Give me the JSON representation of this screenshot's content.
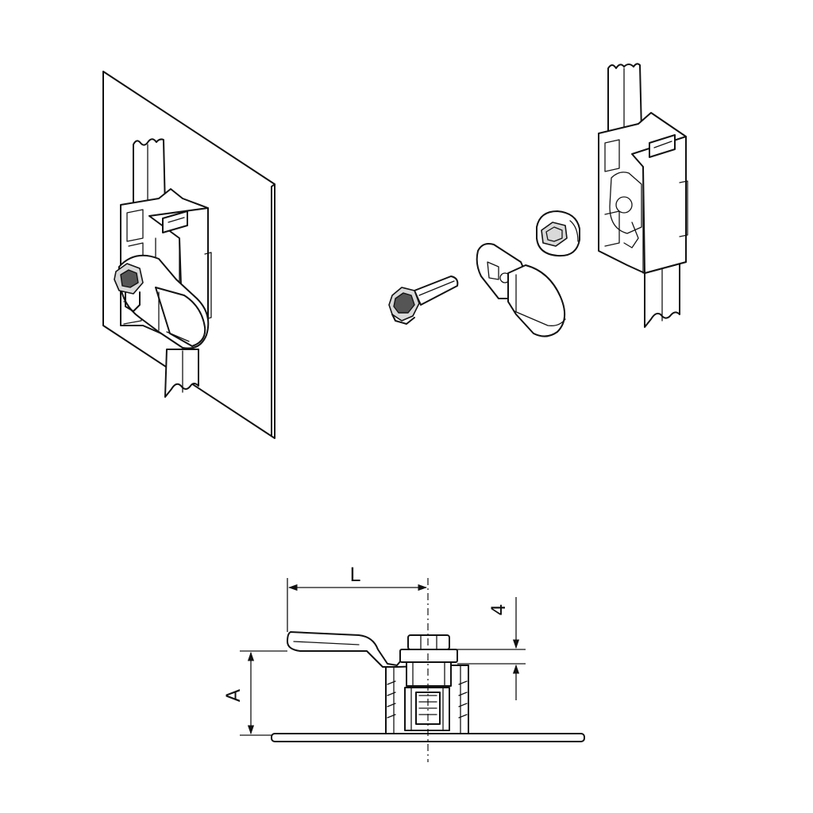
{
  "dimensions": {
    "length_label": "L",
    "height_label": "A",
    "offset_label": "4"
  }
}
